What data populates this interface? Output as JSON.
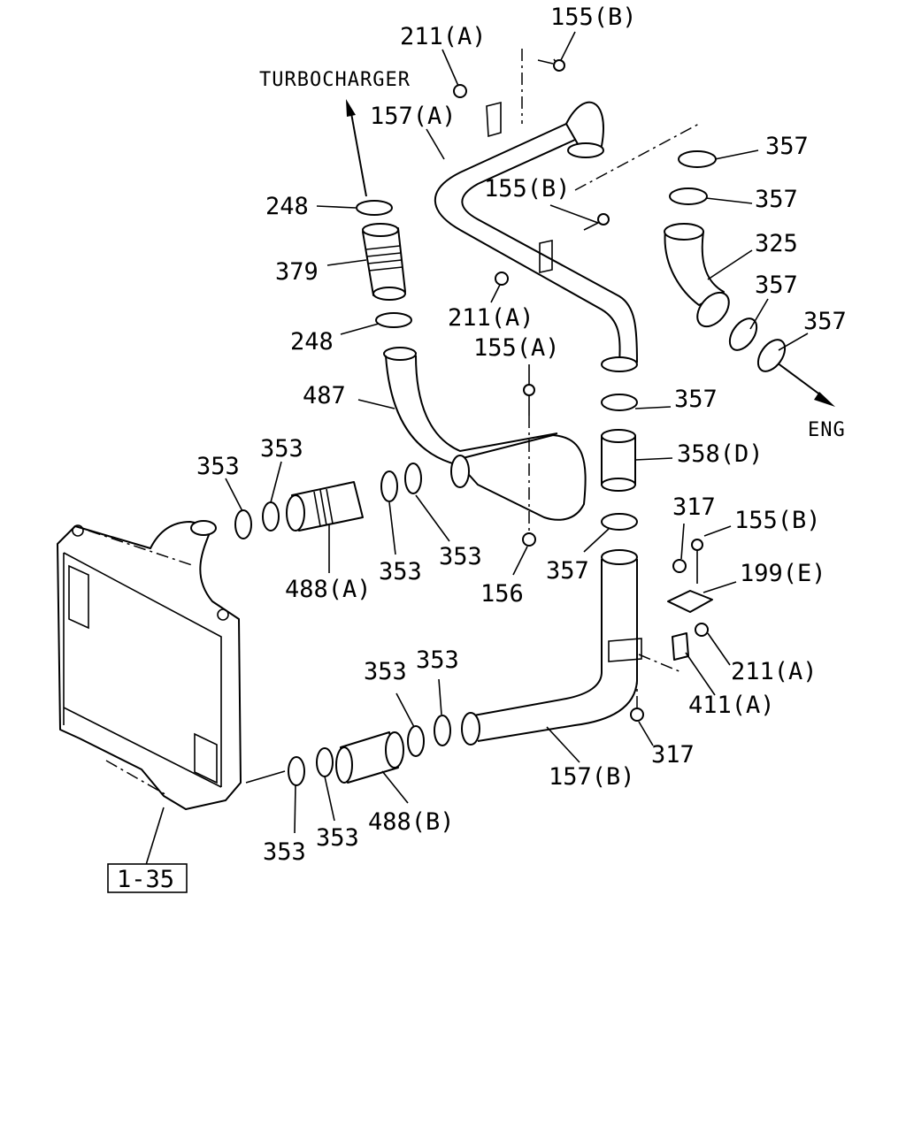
{
  "directions": {
    "turbocharger": "TURBOCHARGER",
    "engine": "ENG"
  },
  "reference_box": "1-35",
  "callouts": [
    "155(B)",
    "211(A)",
    "157(A)",
    "357",
    "357",
    "155(B)",
    "248",
    "325",
    "379",
    "357",
    "211(A)",
    "357",
    "248",
    "155(A)",
    "487",
    "357",
    "358(D)",
    "353",
    "353",
    "317",
    "155(B)",
    "488(A)",
    "353",
    "353",
    "156",
    "357",
    "199(E)",
    "211(A)",
    "353",
    "353",
    "411(A)",
    "317",
    "157(B)",
    "353",
    "353",
    "488(B)"
  ]
}
